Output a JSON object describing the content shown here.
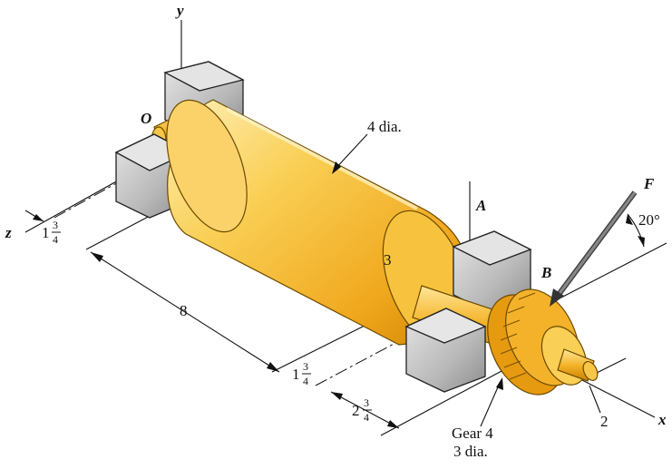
{
  "axes": {
    "x": "x",
    "y": "y",
    "z": "z"
  },
  "points": {
    "origin": "O",
    "a": "A",
    "b": "B",
    "force": "F"
  },
  "labels": {
    "roller_diameter": "4 dia.",
    "roller_end": "3",
    "force_angle": "20°",
    "length_main": "8",
    "shaft_end_len": "2",
    "gear_name": "Gear 4",
    "gear_diameter": "3 dia."
  },
  "fractions": {
    "left_offset": {
      "whole": "1",
      "num": "3",
      "den": "4"
    },
    "right_offset": {
      "whole": "1",
      "num": "3",
      "den": "4"
    },
    "gear_offset": {
      "whole": "2",
      "num": "3",
      "den": "4"
    }
  },
  "colors": {
    "roller_light": "#fbe08a",
    "roller_mid": "#f6b92a",
    "roller_dark": "#d98c00",
    "bearing_light": "#d9d9d9",
    "bearing_dark": "#8a8a8a",
    "gear": "#f3b22a"
  }
}
